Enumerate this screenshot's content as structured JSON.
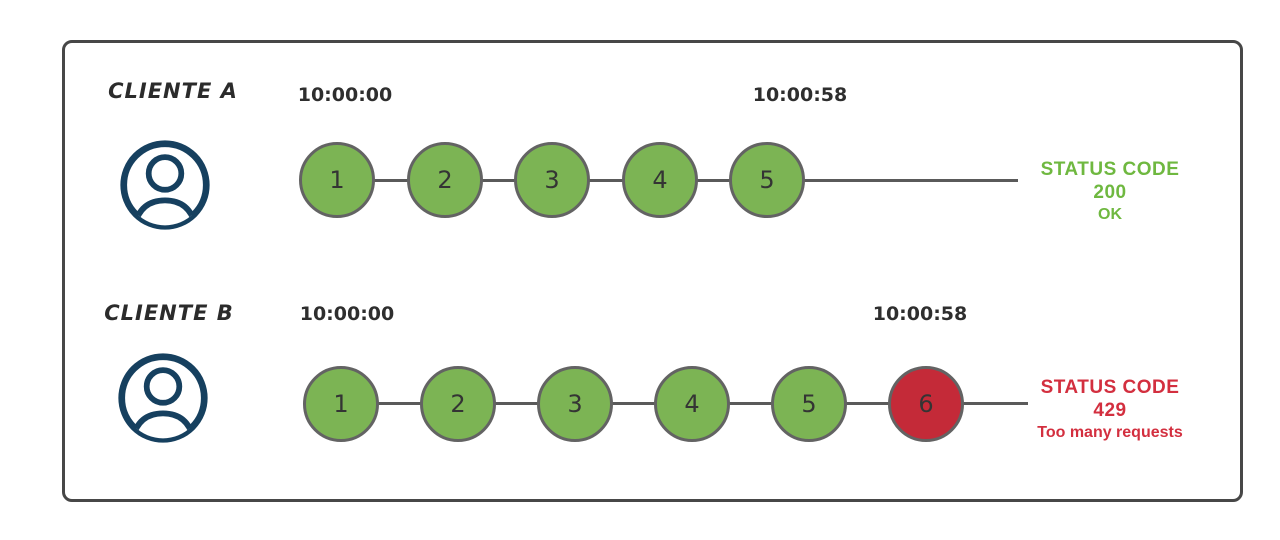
{
  "diagram_title": "rate-limit-clients-diagram",
  "colors": {
    "box_border": "#474747",
    "circle_ok_fill": "#7cb454",
    "circle_error_fill": "#c42a38",
    "circle_border": "#636363",
    "timeline_line": "#5a5a5a",
    "status_ok_text": "#6fb840",
    "status_error_text": "#d32f3f",
    "avatar_stroke": "#16405f",
    "client_label_text": "#2b2b2b",
    "time_text": "#2e2e2e"
  },
  "rows": [
    {
      "client_label": "CLIENTE A",
      "avatar_icon": "user-avatar-icon",
      "start_time": "10:00:00",
      "end_time": "10:00:58",
      "requests": [
        {
          "label": "1",
          "status": "ok"
        },
        {
          "label": "2",
          "status": "ok"
        },
        {
          "label": "3",
          "status": "ok"
        },
        {
          "label": "4",
          "status": "ok"
        },
        {
          "label": "5",
          "status": "ok"
        }
      ],
      "status": {
        "line1": "STATUS CODE 200",
        "line2": "OK",
        "state": "ok"
      }
    },
    {
      "client_label": "CLIENTE B",
      "avatar_icon": "user-avatar-icon",
      "start_time": "10:00:00",
      "end_time": "10:00:58",
      "requests": [
        {
          "label": "1",
          "status": "ok"
        },
        {
          "label": "2",
          "status": "ok"
        },
        {
          "label": "3",
          "status": "ok"
        },
        {
          "label": "4",
          "status": "ok"
        },
        {
          "label": "5",
          "status": "ok"
        },
        {
          "label": "6",
          "status": "error"
        }
      ],
      "status": {
        "line1": "STATUS CODE 429",
        "line2": "Too many requests",
        "state": "error"
      }
    }
  ]
}
